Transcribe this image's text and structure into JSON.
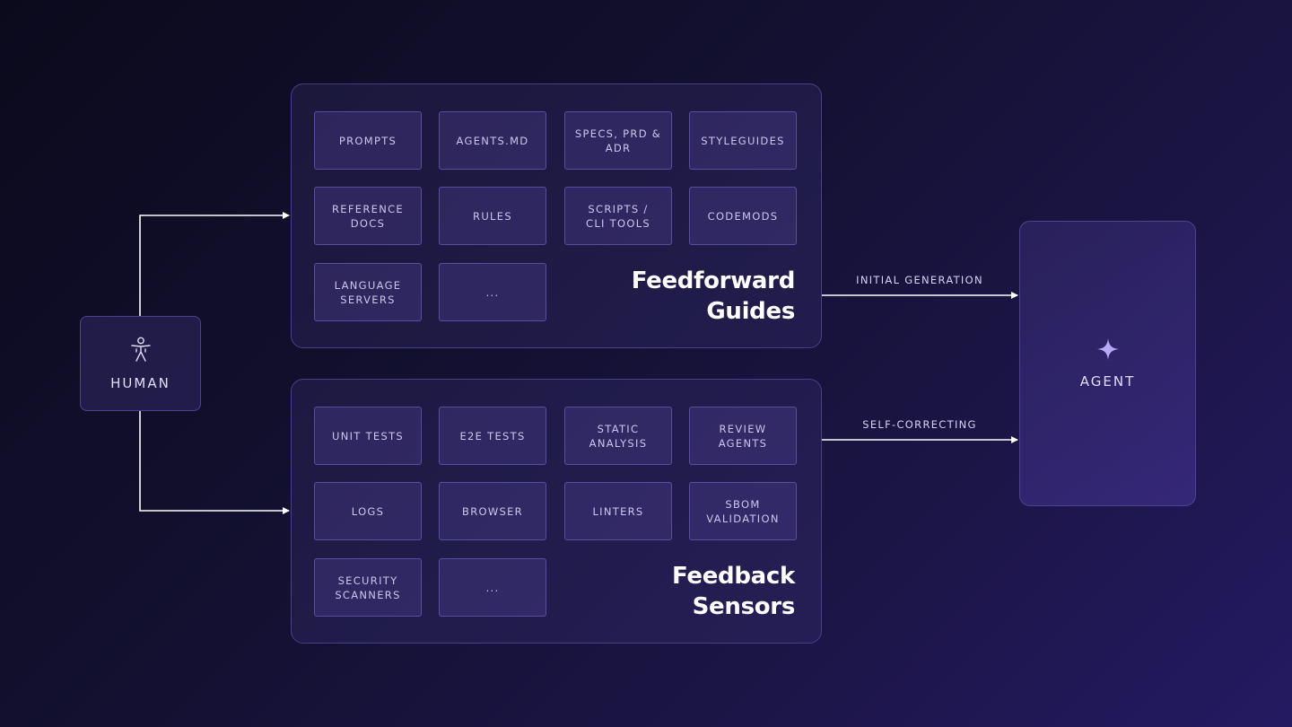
{
  "feedforward": {
    "title": "Feedforward\nGuides",
    "items": [
      "PROMPTS",
      "AGENTS.MD",
      "SPECS, PRD &\nADR",
      "STYLEGUIDES",
      "REFERENCE\nDOCS",
      "RULES",
      "SCRIPTS /\nCLI TOOLS",
      "CODEMODS",
      "LANGUAGE\nSERVERS",
      "..."
    ]
  },
  "feedback": {
    "title": "Feedback\nSensors",
    "items": [
      "UNIT TESTS",
      "E2E TESTS",
      "STATIC\nANALYSIS",
      "REVIEW\nAGENTS",
      "LOGS",
      "BROWSER",
      "LINTERS",
      "SBOM\nVALIDATION",
      "SECURITY\nSCANNERS",
      "..."
    ]
  },
  "human": {
    "label": "HUMAN",
    "icon": "person-icon"
  },
  "agent": {
    "label": "AGENT",
    "icon": "sparkle-icon"
  },
  "edges": {
    "initial_generation": "INITIAL GENERATION",
    "self_correcting": "SELF-CORRECTING"
  },
  "colors": {
    "connector": "#ffffff",
    "accent": "#b9a8f5",
    "panel_border": "#4a3f86"
  }
}
